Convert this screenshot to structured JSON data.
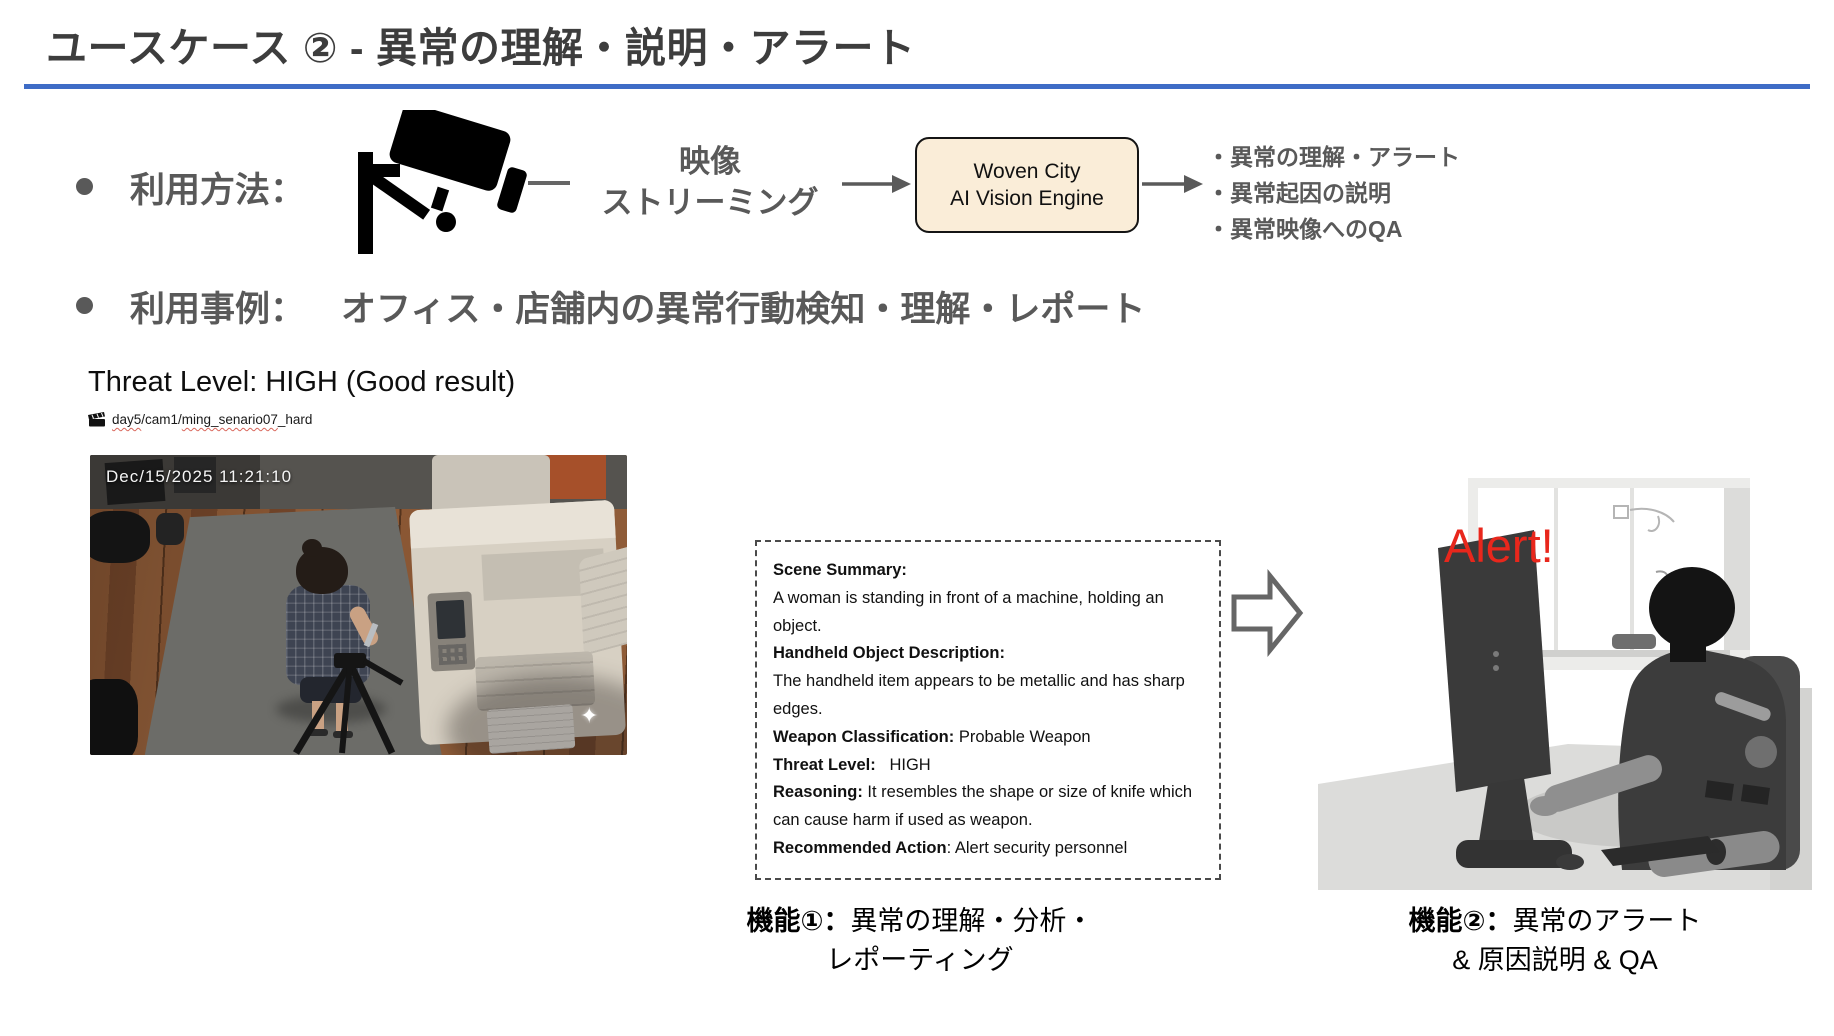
{
  "slide": {
    "title": "ユースケース ② - 異常の理解・説明・アラート"
  },
  "method_row": {
    "label": "利用方法：",
    "stream_line1": "映像",
    "stream_line2": "ストリーミング",
    "engine_line1": "Woven City",
    "engine_line2": "AI Vision Engine",
    "outputs": [
      "・異常の理解・アラート",
      "・異常起因の説明",
      "・異常映像へのQA"
    ]
  },
  "example_row": {
    "label": "利用事例：",
    "text": "オフィス・店舗内の異常行動検知・理解・レポート"
  },
  "result": {
    "heading": "Threat Level: HIGH (Good result)",
    "clip_parts": [
      {
        "text": "day5"
      },
      {
        "text": "/cam1/"
      },
      {
        "text": "ming_senario07"
      },
      {
        "text": "_hard"
      }
    ]
  },
  "video": {
    "timestamp": "Dec/15/2025 11:21:10",
    "sparkle": "✦"
  },
  "analysis": {
    "lines": [
      {
        "b": "Scene Summary:",
        "r": ""
      },
      {
        "b": "",
        "r": "A woman is standing in front of a machine, holding an object."
      },
      {
        "b": "Handheld Object Description:",
        "r": ""
      },
      {
        "b": "",
        "r": "The handheld item appears to be metallic and has sharp edges."
      },
      {
        "b": "Weapon Classification:",
        "r": " Probable Weapon"
      },
      {
        "b": "Threat Level:",
        "r": "   HIGH"
      },
      {
        "b": "Reasoning:",
        "r": " It resembles the shape or size of knife which can cause harm if used as weapon."
      },
      {
        "b": "Recommended Action",
        "r": ": Alert security personnel"
      }
    ]
  },
  "alert": {
    "text": "Alert!"
  },
  "captions": {
    "fn1_prefix": "機能①：",
    "fn1_rest": "異常の理解・分析・",
    "fn1_line2": "レポーティング",
    "fn2_prefix": "機能②：",
    "fn2_rest": "異常のアラート",
    "fn2_line2": "& 原因説明 & QA"
  },
  "icons": {
    "camera": "cctv-camera-icon",
    "clapper": "clapperboard-icon",
    "flow_arrow": "→",
    "block_arrow": "⇨",
    "sparkle": "✦"
  },
  "colors": {
    "accent_blue": "#3E6CC6",
    "engine_box_fill": "#FAEDD8",
    "alert_red": "#E8271C",
    "text_gray": "#595959"
  }
}
